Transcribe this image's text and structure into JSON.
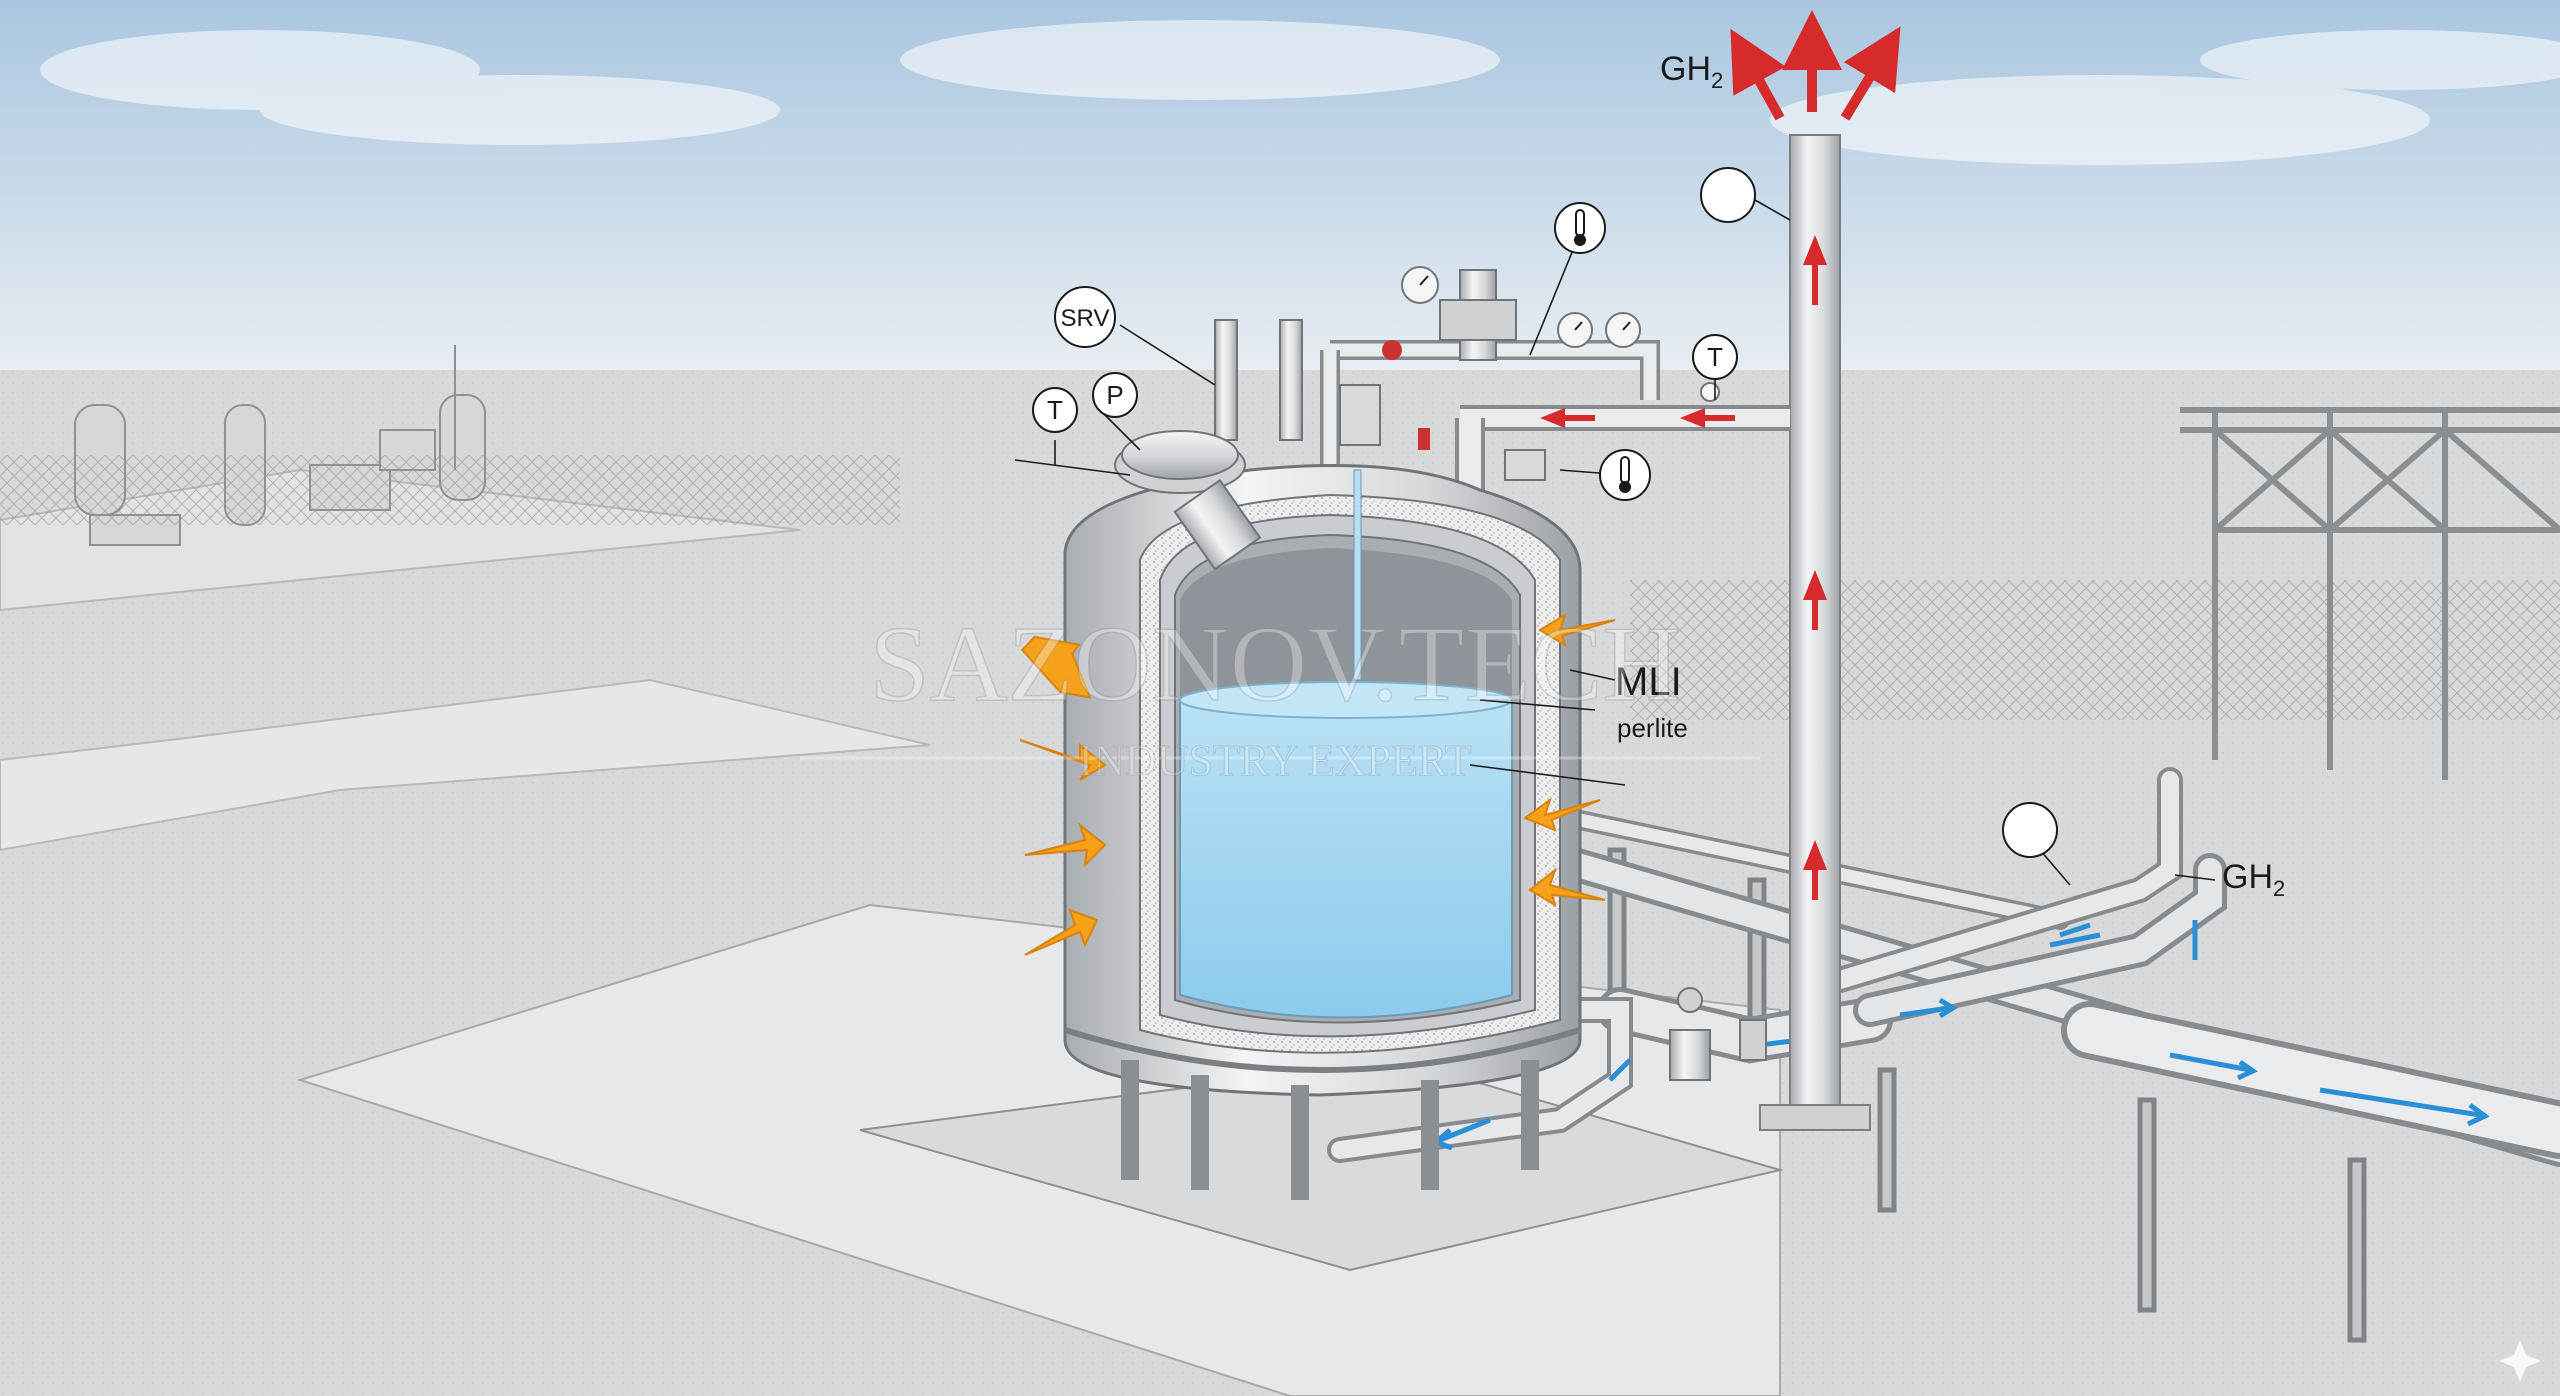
{
  "labels": {
    "gh2_top": "GH",
    "gh2_top_sub": "2",
    "gh2_right": "GH",
    "gh2_right_sub": "2",
    "srv": "SRV",
    "t_left": "T",
    "p_left": "P",
    "t_right": "T",
    "mli": "MLI",
    "perlite": "perlite"
  },
  "watermark": {
    "line1": "SAZONOV.TECH",
    "line2": "INDUSTRY EXPERT"
  },
  "icons": {
    "thermometer": "thermometer-icon",
    "pressure_gauge": "pressure-gauge-icon",
    "blank_callout": "blank-callout-icon"
  },
  "colors": {
    "sky_top": "#a9c6e0",
    "liquid": "#9fd3ef",
    "heat_arrow": "#f5a21a",
    "vent_arrow": "#d72a2a",
    "flow_arrow": "#2b8fd6",
    "steel": "#d4d7da"
  }
}
